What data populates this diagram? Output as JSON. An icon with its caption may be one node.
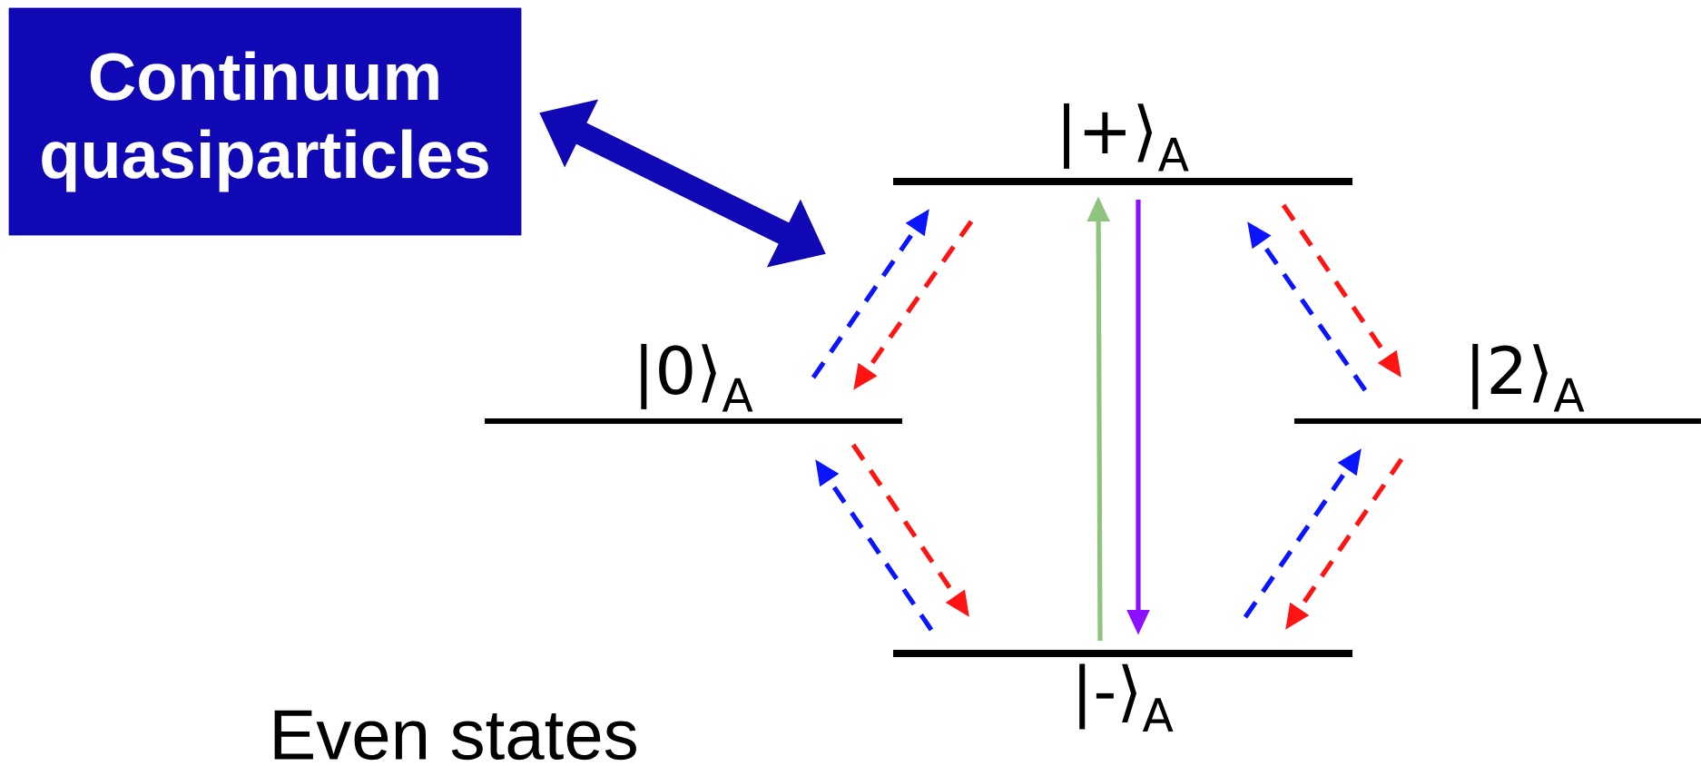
{
  "diagram": {
    "nodes": [
      {
        "text": [
          "Continuum quasiparticles"
        ]
      },
      {
        "text": [
          "|+⟩$_{A}$"
        ]
      },
      {
        "text": [
          "|0⟩$_{A}$"
        ]
      },
      {
        "text": [
          "|2⟩$_{A}$"
        ]
      },
      {
        "text": [
          "|-⟩$_{A}$"
        ]
      }
    ],
    "edges": [
      {
        "from": 0,
        "to": 1,
        "arrow": "both",
        "style": "thick",
        "color": "#1008b4"
      },
      {
        "from": 2,
        "to": 1,
        "arrow": "to",
        "style": "dashed",
        "color": "#0a14ff"
      },
      {
        "from": 1,
        "to": 2,
        "arrow": "to",
        "style": "dashed",
        "color": "#ff1414"
      },
      {
        "from": 3,
        "to": 1,
        "arrow": "to",
        "style": "dashed",
        "color": "#0a14ff"
      },
      {
        "from": 1,
        "to": 3,
        "arrow": "to",
        "style": "dashed",
        "color": "#ff1414"
      },
      {
        "from": 4,
        "to": 2,
        "arrow": "to",
        "style": "dashed",
        "color": "#0a14ff"
      },
      {
        "from": 2,
        "to": 4,
        "arrow": "to",
        "style": "dashed",
        "color": "#ff1414"
      },
      {
        "from": 4,
        "to": 3,
        "arrow": "to",
        "style": "dashed",
        "color": "#0a14ff"
      },
      {
        "from": 3,
        "to": 4,
        "arrow": "to",
        "style": "dashed",
        "color": "#ff1414"
      },
      {
        "from": 4,
        "to": 1,
        "arrow": "to",
        "color": "#8fc47e"
      },
      {
        "from": 1,
        "to": 4,
        "arrow": "to",
        "color": "#8c10ff"
      }
    ],
    "labels": [
      "Even states"
    ]
  }
}
